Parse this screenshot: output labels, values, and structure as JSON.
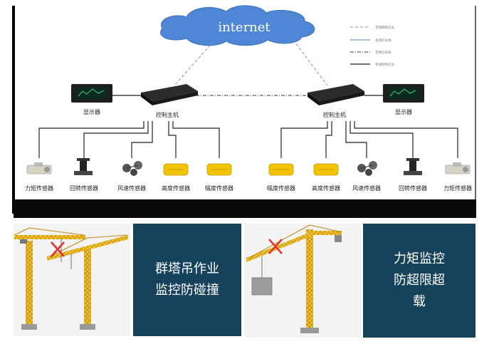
{
  "network": {
    "cloud_label": "internet",
    "legend": [
      {
        "text": "无线网络信号",
        "style": "dashed",
        "color": "#7a93b8"
      },
      {
        "text": "有线信号线",
        "style": "solid",
        "color": "#5a7db5"
      },
      {
        "text": "无线信号线",
        "style": "dash-dot",
        "color": "#333333"
      },
      {
        "text": "有线控制信号",
        "style": "solid",
        "color": "#222222"
      }
    ],
    "left": {
      "display_label": "显示器",
      "host_label": "控制主机",
      "sensors": [
        {
          "label": "力矩传感器",
          "icon": "torque-sensor-icon"
        },
        {
          "label": "回转传感器",
          "icon": "slewing-sensor-icon"
        },
        {
          "label": "风速传感器",
          "icon": "anemometer-icon"
        },
        {
          "label": "高度传感器",
          "icon": "height-sensor-icon"
        },
        {
          "label": "幅度传感器",
          "icon": "amplitude-sensor-icon"
        }
      ]
    },
    "right": {
      "display_label": "显示器",
      "host_label": "控制主机",
      "sensors": [
        {
          "label": "幅度传感器",
          "icon": "amplitude-sensor-icon"
        },
        {
          "label": "高度传感器",
          "icon": "height-sensor-icon"
        },
        {
          "label": "风速传感器",
          "icon": "anemometer-icon"
        },
        {
          "label": "回转传感器",
          "icon": "slewing-sensor-icon"
        },
        {
          "label": "力矩传感器",
          "icon": "torque-sensor-icon"
        }
      ]
    }
  },
  "panels": {
    "left_lines": [
      "群塔吊作业",
      "监控防碰撞"
    ],
    "right_lines": [
      "力矩监控",
      "防超限超",
      "载"
    ]
  },
  "colors": {
    "panel_bg": "#16425b",
    "cloud": "#4f86d6",
    "crane_yellow": "#f2c12e",
    "cross": "#e03030"
  }
}
